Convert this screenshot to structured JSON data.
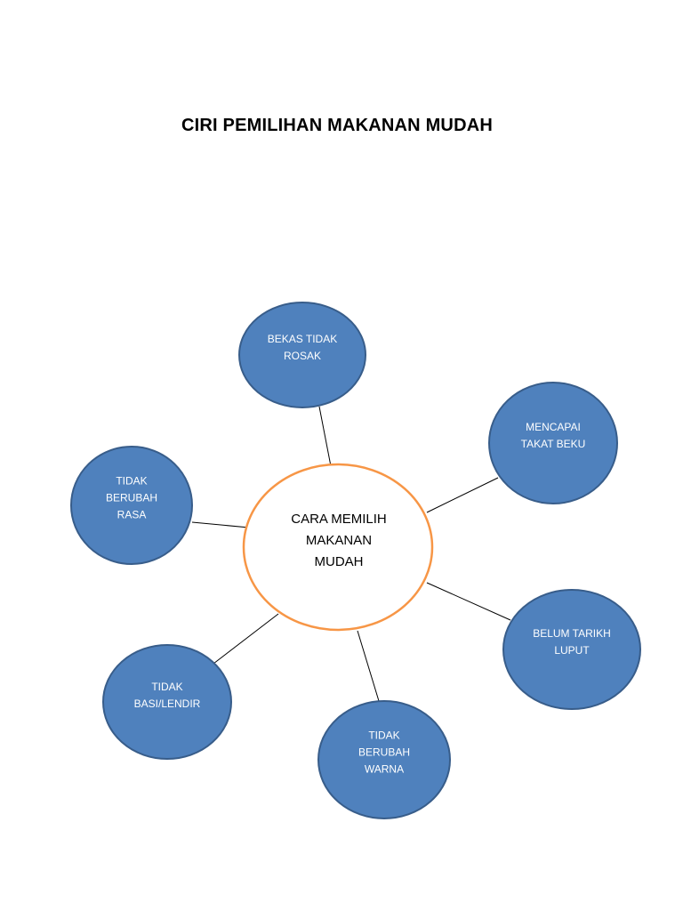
{
  "title": "CIRI PEMILIHAN MAKANAN MUDAH",
  "colors": {
    "node_fill": "#4f81bd",
    "node_stroke": "#385d8a",
    "center_stroke": "#f79646",
    "center_fill": "#ffffff",
    "connector": "#000000"
  },
  "center": {
    "lines": [
      "CARA MEMILIH",
      "MAKANAN",
      "MUDAH"
    ]
  },
  "nodes": [
    {
      "id": "bekas",
      "lines": [
        "BEKAS TIDAK",
        "ROSAK"
      ]
    },
    {
      "id": "beku",
      "lines": [
        "MENCAPAI",
        "TAKAT BEKU"
      ]
    },
    {
      "id": "rasa",
      "lines": [
        "TIDAK",
        "BERUBAH",
        "RASA"
      ]
    },
    {
      "id": "luput",
      "lines": [
        "BELUM TARIKH",
        "LUPUT"
      ]
    },
    {
      "id": "basi",
      "lines": [
        "TIDAK",
        "BASI/LENDIR"
      ]
    },
    {
      "id": "warna",
      "lines": [
        "TIDAK",
        "BERUBAH",
        "WARNA"
      ]
    }
  ]
}
